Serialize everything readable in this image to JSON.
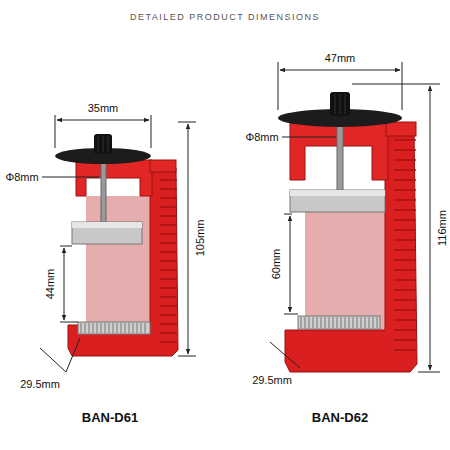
{
  "diagram": {
    "title": "DETAILED PRODUCT DIMENSIONS",
    "labels": [
      "35mm",
      "Φ8mm",
      "105mm",
      "44mm",
      "29.5mm",
      "BAN-D61",
      "47mm",
      "Φ8mm",
      "116mm",
      "60mm",
      "29.5mm",
      "BAN-D62"
    ]
  }
}
